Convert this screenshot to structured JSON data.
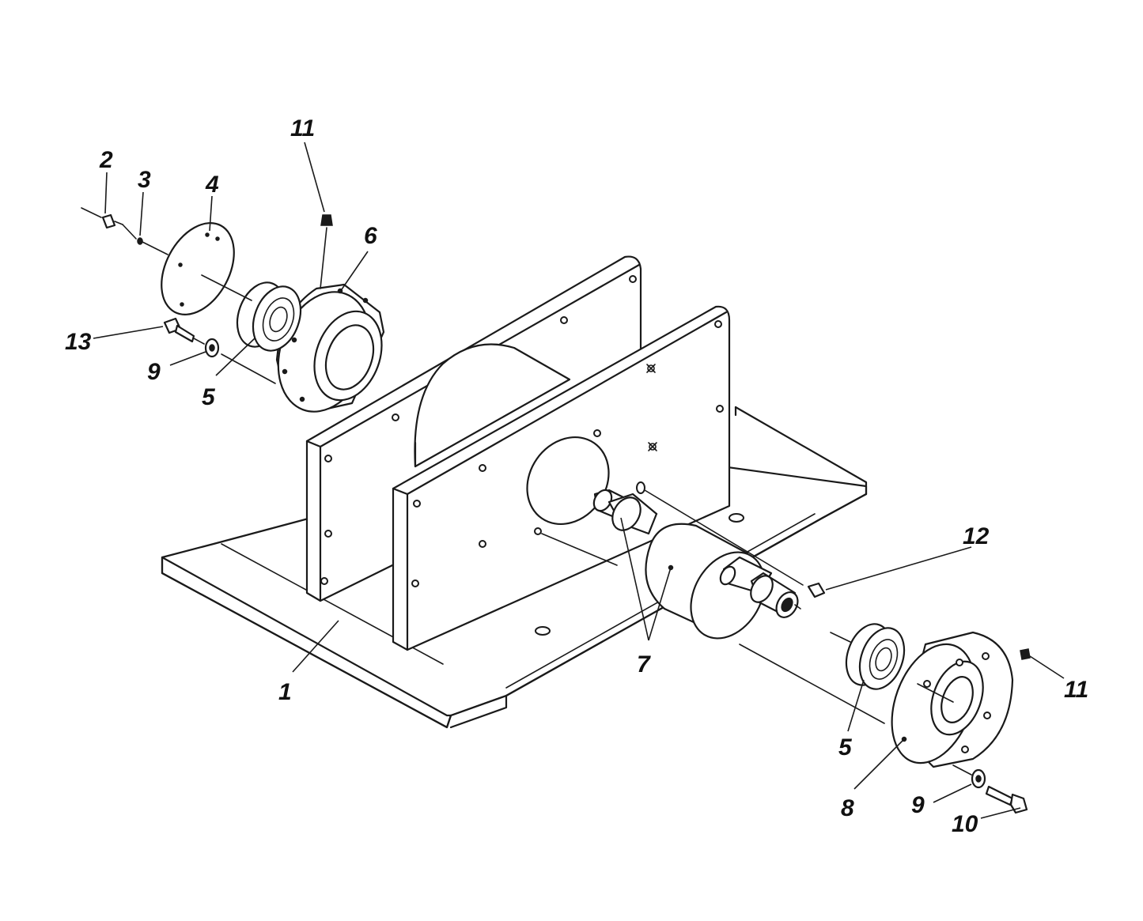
{
  "callouts": [
    {
      "id": "1",
      "text": "1"
    },
    {
      "id": "2",
      "text": "2"
    },
    {
      "id": "3",
      "text": "3"
    },
    {
      "id": "4",
      "text": "4"
    },
    {
      "id": "5a",
      "text": "5"
    },
    {
      "id": "5b",
      "text": "5"
    },
    {
      "id": "6",
      "text": "6"
    },
    {
      "id": "7",
      "text": "7"
    },
    {
      "id": "8",
      "text": "8"
    },
    {
      "id": "9a",
      "text": "9"
    },
    {
      "id": "9b",
      "text": "9"
    },
    {
      "id": "10",
      "text": "10"
    },
    {
      "id": "11a",
      "text": "11"
    },
    {
      "id": "11b",
      "text": "11"
    },
    {
      "id": "12",
      "text": "12"
    },
    {
      "id": "13",
      "text": "13"
    }
  ]
}
